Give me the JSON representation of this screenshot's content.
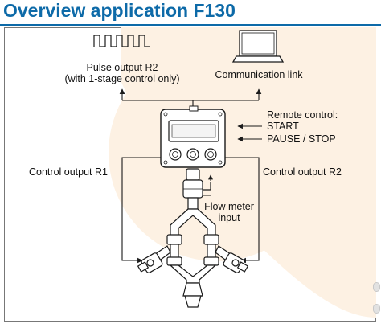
{
  "title": "Overview application F130",
  "labels": {
    "pulse_output_line1": "Pulse output R2",
    "pulse_output_line2": "(with 1-stage control only)",
    "communication_link": "Communication link",
    "remote_control": "Remote control:",
    "start": "START",
    "pause_stop": "PAUSE / STOP",
    "control_output_r1": "Control output R1",
    "control_output_r2": "Control output R2",
    "flow_meter_line1": "Flow meter",
    "flow_meter_line2": "input"
  },
  "colors": {
    "title": "#0d6aa8",
    "background_shape": "#fdf1e3",
    "lines": "#1a1a1a"
  }
}
